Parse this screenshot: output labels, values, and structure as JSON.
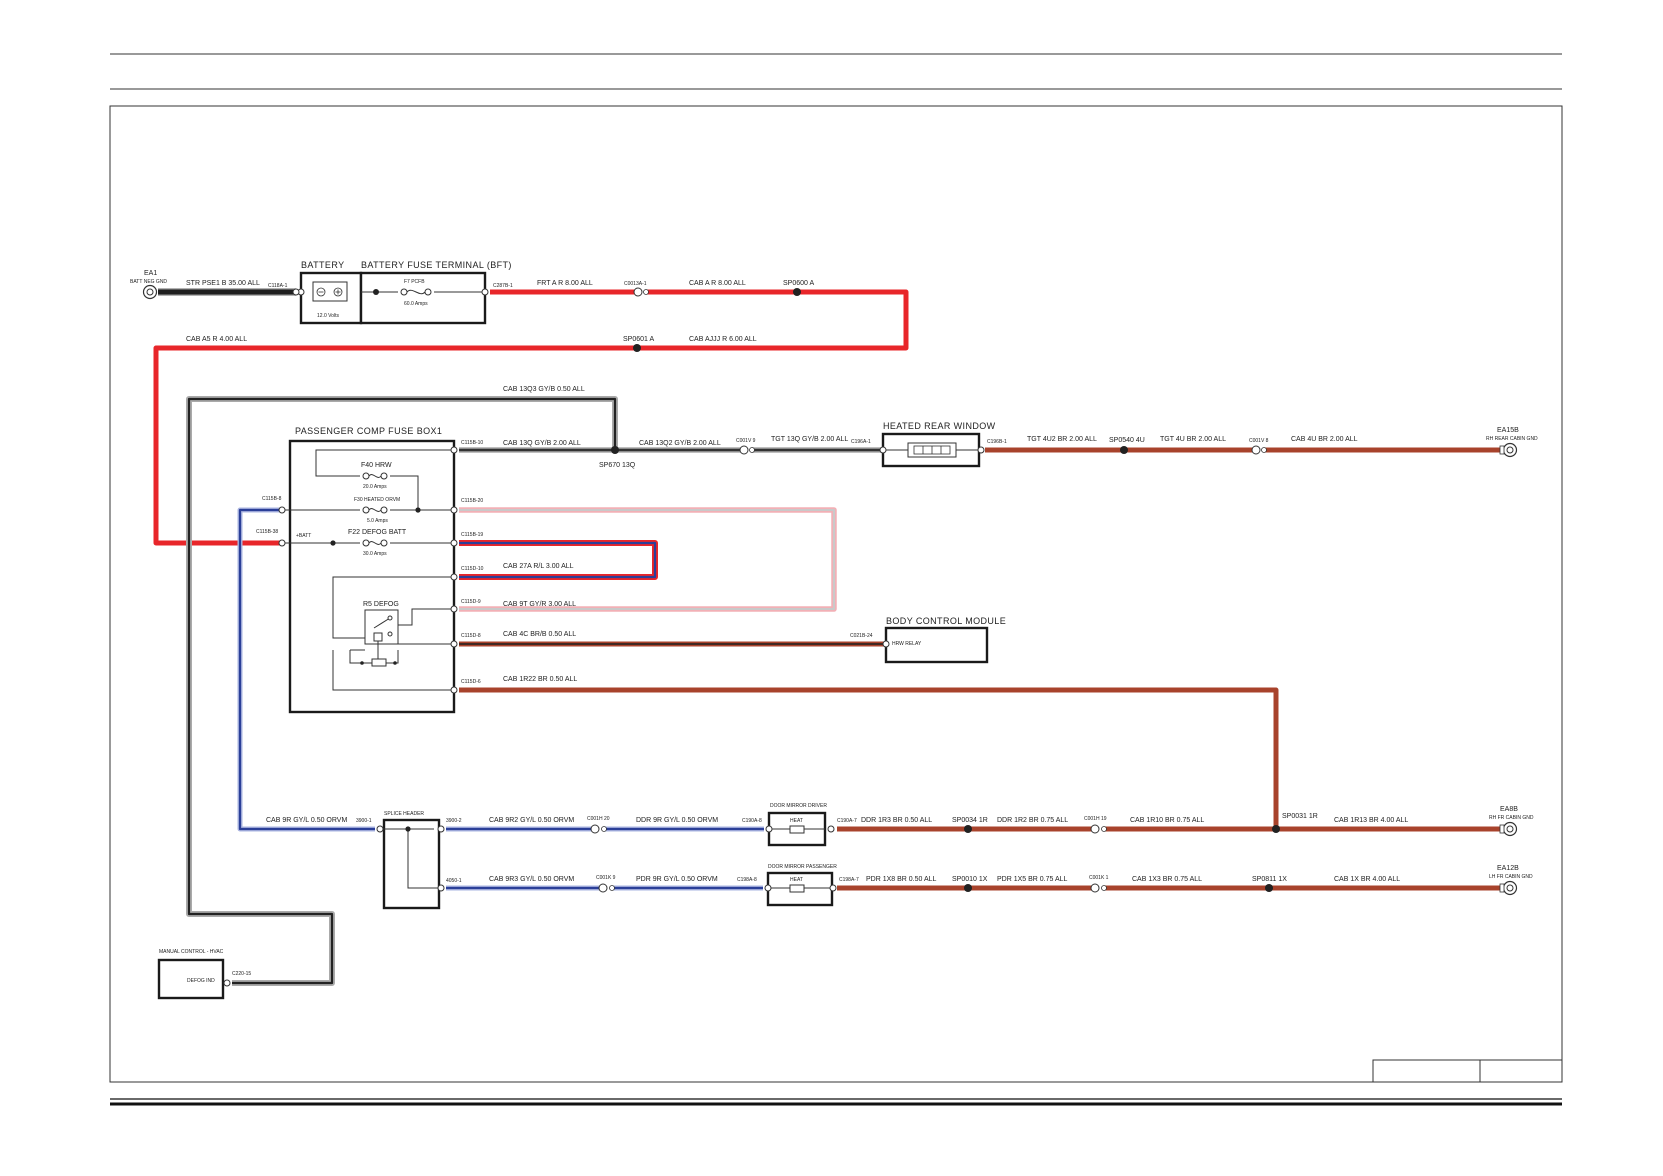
{
  "colors": {
    "red_wire": "#e8262a",
    "brown_wire": "#a8432c",
    "blue_wire": "#2b3f98",
    "black_wire": "#1f1f1f",
    "frame": "#333333"
  },
  "components": {
    "ea1": {
      "name": "EA1",
      "desc": "BATT NEG GND"
    },
    "battery": {
      "name": "BATTERY",
      "voltage": "12.0 Volts"
    },
    "bft": {
      "name": "BATTERY FUSE TERMINAL (BFT)",
      "fuse": "F7 PCFB",
      "amps": "60.0 Amps"
    },
    "pcfb": {
      "name": "PASSENGER COMP FUSE BOX1",
      "f40": "F40 HRW",
      "f40_amps": "20.0 Amps",
      "f30": "F30 HEATED ORVM",
      "f30_amps": "5.0 Amps",
      "f22": "F22 DEFOG BATT",
      "f22_amps": "30.0 Amps",
      "relay": "R5 DEFOG",
      "batt": "+BATT"
    },
    "hrw": {
      "name": "HEATED REAR WINDOW"
    },
    "ea15b": {
      "name": "EA15B",
      "desc": "RH REAR CABIN GND"
    },
    "bcm": {
      "name": "BODY CONTROL MODULE",
      "pin": "HRW RELAY"
    },
    "splice": {
      "name": "SPLICE HEADER"
    },
    "mirror_drv": {
      "name": "DOOR MIRROR DRIVER",
      "heat": "HEAT"
    },
    "mirror_pass": {
      "name": "DOOR MIRROR PASSENGER",
      "heat": "HEAT"
    },
    "ea8b": {
      "name": "EA8B",
      "desc": "RH FR CABIN GND"
    },
    "ea12b": {
      "name": "EA12B",
      "desc": "LH FR CABIN GND"
    },
    "hvac": {
      "name": "MANUAL CONTROL - HVAC",
      "pin": "DEFOG IND"
    }
  },
  "connectors": {
    "c118a1": "C118A-1",
    "c287b1": "C287B-1",
    "c0013a1": "C0013A-1",
    "c115b10": "C115B-10",
    "c115b20": "C115B-20",
    "c115b19": "C115B-19",
    "c115d10": "C115D-10",
    "c115d9": "C115D-9",
    "c115d8": "C115D-8",
    "c115d6": "C115D-6",
    "c115b8": "C115B-8",
    "c115b38": "C115B-38",
    "c001v9": "C001V 9",
    "c196a1": "C196A-1",
    "c196b1": "C196B-1",
    "c001v8": "C001V 8",
    "c021b24": "C021B-24",
    "c3900_1": "3900-1",
    "c3900_2": "3900-2",
    "c4050_1": "4050-1",
    "c001h20": "C001H 20",
    "c190a8": "C190A-8",
    "c190a7": "C190A-7",
    "c001h19": "C001H 19",
    "c001k9": "C001K 9",
    "c198a8": "C198A-8",
    "c198a7": "C198A-7",
    "c001k1": "C001K 1",
    "c220_15": "C220-15"
  },
  "wires": {
    "w_str": "STR   PSE1 B 35.00 ALL",
    "w_frt": "FRT    A R 8.00 ALL",
    "w_cab_ar8": "CAB    A R 8.00 ALL",
    "sp0600": "SP0600 A",
    "w_cab_a5": "CAB     A5 R 4.00 ALL",
    "sp0601": "SP0601 A",
    "w_cab_ajjj": "CAB     AJJJ R 6.00 ALL",
    "w_13q3": "CAB    13Q3 GY/B 0.50 ALL",
    "w_13q": "CAB    13Q GY/B 2.00 ALL",
    "w_13q2": "CAB      13Q2 GY/B 2.00 ALL",
    "sp670": "SP670 13Q",
    "w_tgt13q": "TGT    13Q GY/B 2.00 ALL",
    "w_4u2": "TGT    4U2 BR 2.00 ALL",
    "sp0540": "SP0540 4U",
    "w_4u": "TGT    4U BR 2.00 ALL",
    "w_cab4u": "CAB    4U BR 2.00 ALL",
    "w_27a": "CAB    27A R/L 3.00 ALL",
    "w_9t": "CAB    9T GY/R 3.00 ALL",
    "w_4c": "CAB    4C BR/B 0.50 ALL",
    "w_1r22": "CAB    1R22 BR 0.50 ALL",
    "w_9r": "CAB     9R GY/L 0.50 ORVM",
    "w_9r2": "CAB    9R2 GY/L 0.50 ORVM",
    "w_ddr9r": "DDR    9R GY/L 0.50 ORVM",
    "w_1r3": "DDR    1R3 BR 0.50 ALL",
    "sp0034": "SP0034 1R",
    "w_1r2": "DDR      1R2 BR 0.75 ALL",
    "w_1r10": "CAB    1R10 BR 0.75 ALL",
    "sp0031": "SP0031 1R",
    "w_1r13": "CAB    1R13 BR 4.00 ALL",
    "w_9r3": "CAB    9R3 GY/L 0.50 ORVM",
    "w_pdr9r": "PDR    9R GY/L 0.50 ORVM",
    "w_1x8": "PDR    1X8 BR 0.50 ALL",
    "sp0010": "SP0010 1X",
    "w_1x5": "PDR      1X5 BR 0.75 ALL",
    "w_1x3": "CAB    1X3 BR 0.75 ALL",
    "sp0811": "SP0811 1X",
    "w_1x": "CAB    1X BR 4.00 ALL"
  }
}
